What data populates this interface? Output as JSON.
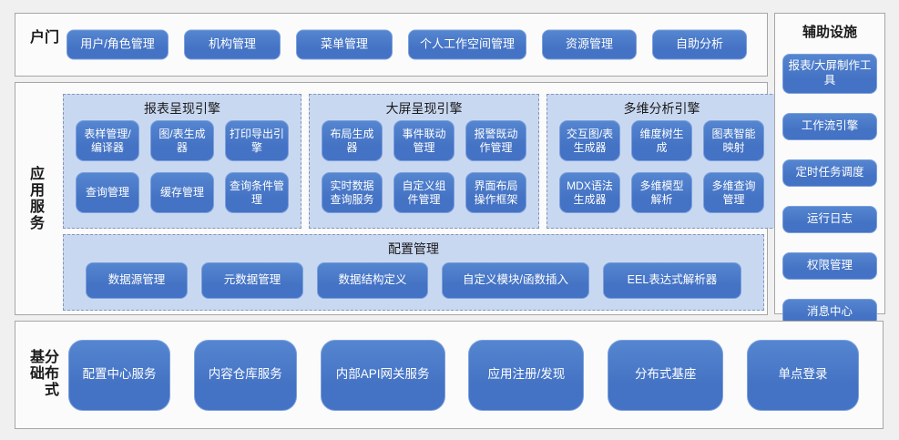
{
  "colors": {
    "button_blue": "#4472c4",
    "button_border": "#7ba0dc",
    "panel_blue": "#c9d8f1",
    "section_border": "#a6a6a6",
    "page_background": "#f0f0f0"
  },
  "portal": {
    "label": "门户",
    "items": [
      "用户/角色管理",
      "机构管理",
      "菜单管理",
      "个人工作空间管理",
      "资源管理",
      "自助分析"
    ]
  },
  "app_services": {
    "label": "应用服务",
    "engines": [
      {
        "title": "报表呈现引擎",
        "items": [
          "表样管理/编译器",
          "图/表生成器",
          "打印导出引擎",
          "查询管理",
          "缓存管理",
          "查询条件管理"
        ]
      },
      {
        "title": "大屏呈现引擎",
        "items": [
          "布局生成器",
          "事件联动管理",
          "报警既动作管理",
          "实时数据查询服务",
          "自定义组件管理",
          "界面布局操作框架"
        ]
      },
      {
        "title": "多维分析引擎",
        "items": [
          "交互图/表生成器",
          "维度树生成",
          "图表智能映射",
          "MDX语法生成器",
          "多维模型解析",
          "多维查询管理"
        ]
      }
    ],
    "config": {
      "title": "配置管理",
      "items": [
        "数据源管理",
        "元数据管理",
        "数据结构定义",
        "自定义模块/函数插入",
        "EEL表达式解析器"
      ]
    }
  },
  "auxiliary": {
    "label": "辅助设施",
    "items": [
      "报表/大屏制作工具",
      "工作流引擎",
      "定时任务调度",
      "运行日志",
      "权限管理",
      "消息中心"
    ]
  },
  "distributed": {
    "label": "分布式基础",
    "items": [
      "配置中心服务",
      "内容仓库服务",
      "内部API网关服务",
      "应用注册/发现",
      "分布式基座",
      "单点登录"
    ]
  }
}
